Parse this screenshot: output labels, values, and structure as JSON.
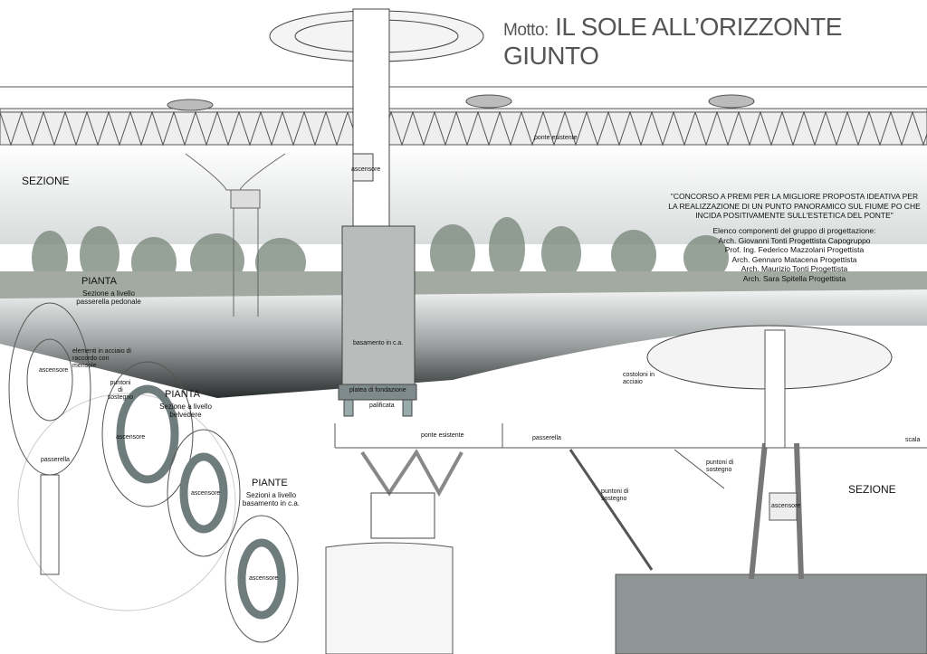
{
  "title": {
    "motto": "Motto:",
    "text": "IL SOLE ALL’ORIZZONTE GIUNTO"
  },
  "credits": {
    "competition": "\"CONCORSO A PREMI PER LA MIGLIORE PROPOSTA IDEATIVA PER LA REALIZZAZIONE DI UN    PUNTO PANORAMICO SUL FIUME PO CHE INCIDA POSITIVAMENTE SULL'ESTETICA DEL PONTE\"",
    "team_heading": "Elenco componenti del gruppo di progettazione:",
    "members": [
      "Arch. Giovanni Tonti Progettista Capogruppo",
      "Prof. Ing. Federico Mazzolani Progettista",
      "Arch. Gennaro Matacena Progettista",
      "Arch. Maurizio Tonti Progettista",
      "Arch. Sara Spitella Progettista"
    ]
  },
  "labels": {
    "sezione_top": "SEZIONE",
    "sezione_bottom": "SEZIONE",
    "ponte_esistente_top": "ponte esistente",
    "ascensore_tower": "ascensore",
    "basamento": "basamento in c.a.",
    "platea": "platea di fondazione",
    "palificata": "palificata",
    "ponte_esistente_bottom": "ponte esistente",
    "passerella": "passerella",
    "costoloni": "costoloni in acciaio",
    "scala": "scala",
    "puntoni1": "puntoni di sostegno",
    "puntoni2": "puntoni di sostegno",
    "ascensore_section": "ascensore"
  },
  "plans": {
    "p1_title": "PIANTA",
    "p1_sub": "Sezione a livello passerella pedonale",
    "p1_note": "elementi in acciaio di raccordo con mensole",
    "p1_asc": "ascensore",
    "p1_pass": "passerella",
    "p2_title": "PIANTA",
    "p2_sub": "Sezione a livello belvedere",
    "p2_note": "puntoni di sostegno",
    "p2_asc": "ascensore",
    "p3_title": "PIANTE",
    "p3_sub": "Sezioni a livello basamento in c.a.",
    "p3_asc": "ascensore",
    "p4_asc": "ascensore"
  }
}
